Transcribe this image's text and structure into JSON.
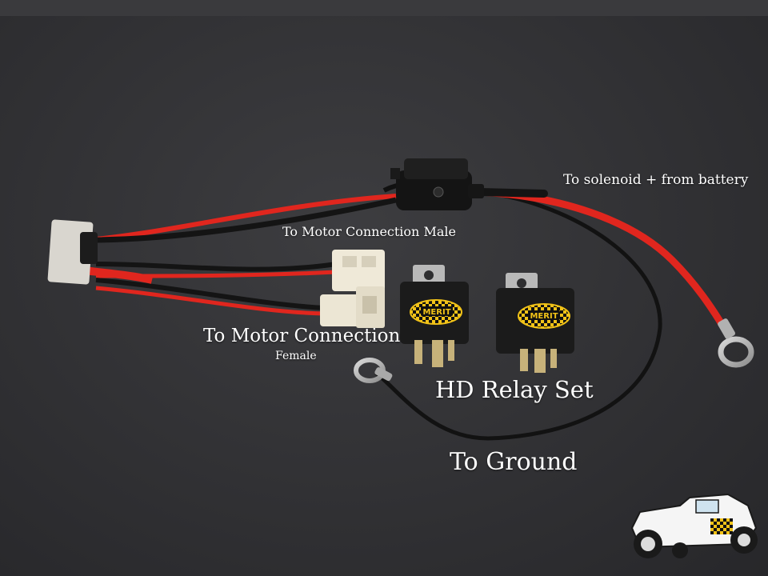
{
  "captions": {
    "solenoid": "To solenoid + from battery",
    "motor_male": "To Motor Connection Male",
    "motor_female_line1": "To Motor Connection",
    "motor_female_line2": "Female",
    "relay_set": "HD Relay Set",
    "ground": "To Ground"
  },
  "relay_logo_text": "MERIT",
  "colors": {
    "background": "#333336",
    "wire_red": "#e0261e",
    "wire_black": "#141414",
    "relay_body": "#1b1b1b",
    "logo_yellow": "#f2c318",
    "caption_text": "#ffffff"
  }
}
